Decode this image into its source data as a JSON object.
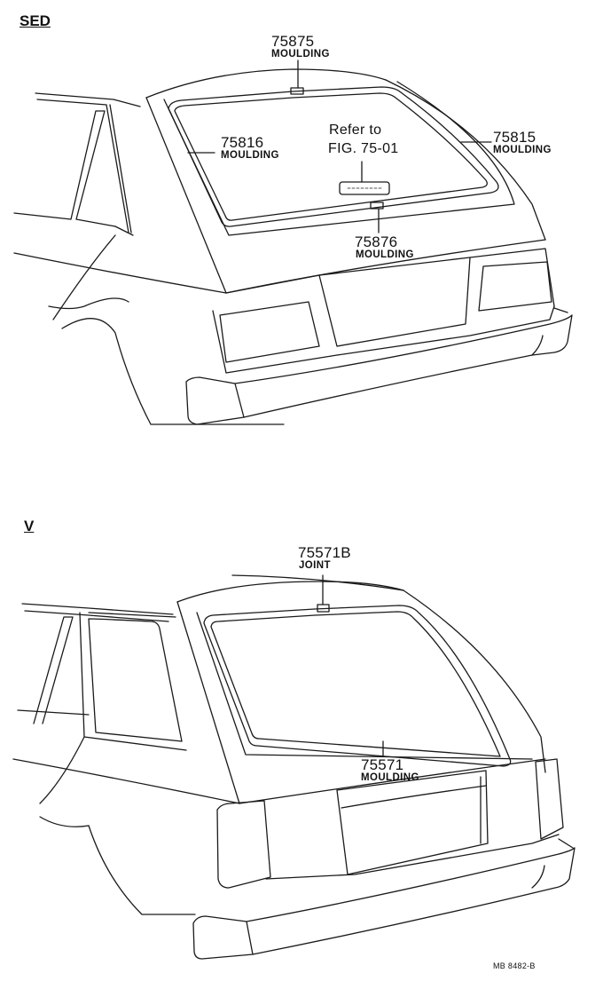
{
  "sections": {
    "sed": {
      "title": "SED"
    },
    "v": {
      "title": "V"
    }
  },
  "callouts": {
    "p75875": {
      "number": "75875",
      "name": "MOULDING"
    },
    "p75816": {
      "number": "75816",
      "name": "MOULDING"
    },
    "p75815": {
      "number": "75815",
      "name": "MOULDING"
    },
    "p75876": {
      "number": "75876",
      "name": "MOULDING"
    },
    "p75571b": {
      "number": "75571B",
      "name": "JOINT"
    },
    "p75571": {
      "number": "75571",
      "name": "MOULDING"
    }
  },
  "reference": {
    "line1": "Refer to",
    "line2": "FIG. 75-01"
  },
  "footer": {
    "code": "MB 8482-B"
  }
}
